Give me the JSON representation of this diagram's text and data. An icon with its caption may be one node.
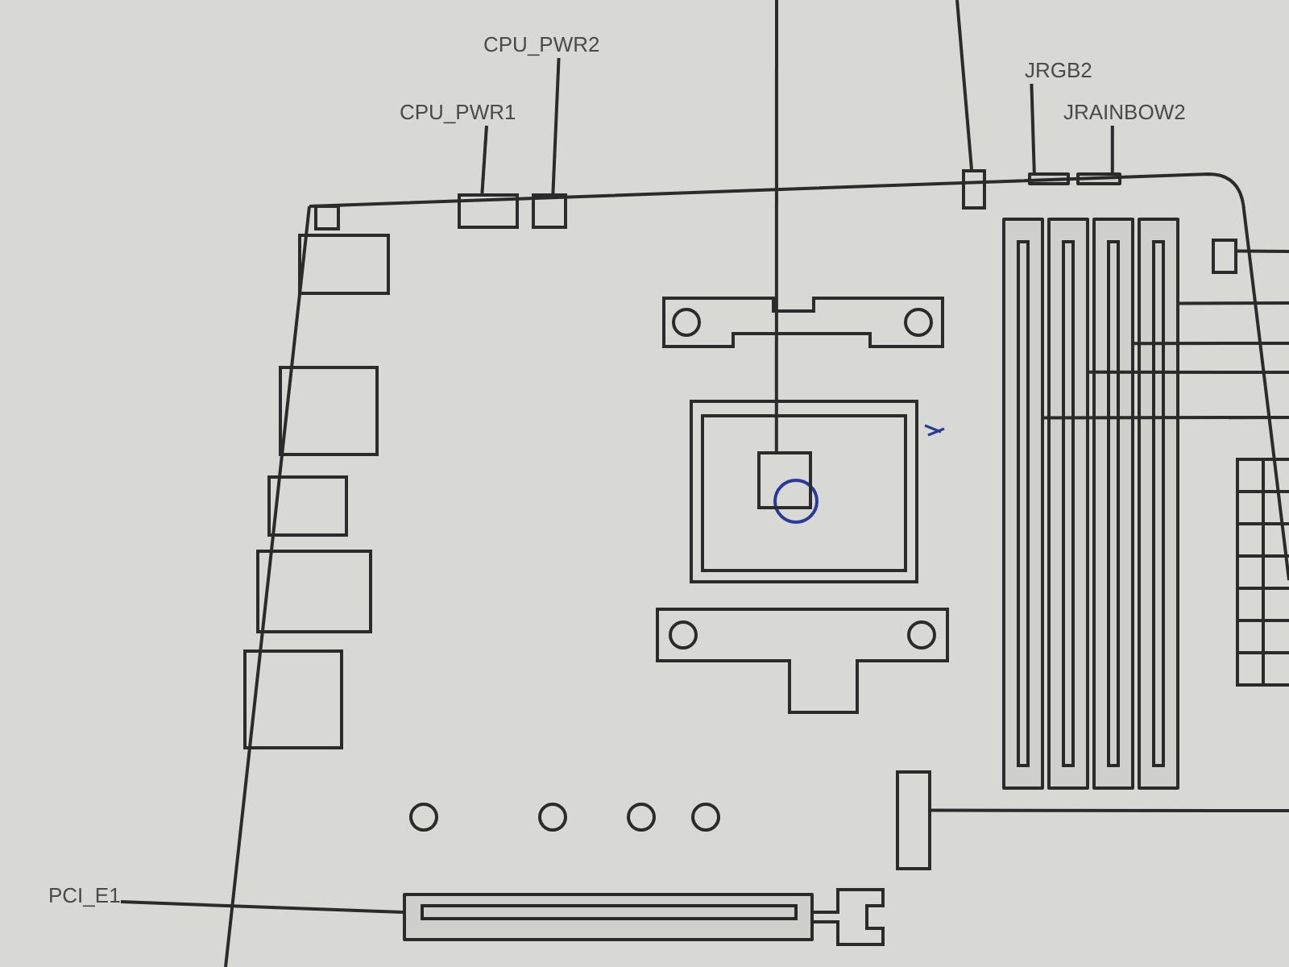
{
  "diagram": {
    "nodes": [
      {
        "text": [
          "CPU_PWR1"
        ]
      },
      {
        "text": [],
        "shape": "box"
      },
      {
        "text": [
          "CPU_PWR2"
        ]
      },
      {
        "text": [],
        "shape": "box"
      },
      {
        "text": [],
        "shape": "box"
      },
      {
        "text": [],
        "shape": "box",
        "in": 4
      },
      {
        "text": [],
        "shape": "box"
      },
      {
        "text": [
          "JRGB2"
        ]
      },
      {
        "text": [],
        "shape": "bar"
      },
      {
        "text": [
          "JRAINBOW2"
        ]
      },
      {
        "text": [],
        "shape": "bar"
      },
      {
        "text": [],
        "shape": "box"
      },
      {
        "text": [],
        "shape": "bar"
      },
      {
        "text": [],
        "shape": "bar"
      },
      {
        "text": [],
        "shape": "bar"
      },
      {
        "text": [],
        "shape": "bar"
      },
      {
        "text": [],
        "shape": "box"
      },
      {
        "text": [
          "PCI_E1"
        ]
      },
      {
        "text": [],
        "shape": "bar"
      }
    ],
    "edges": [
      {
        "from": 0,
        "to": 1,
        "arrow": "none"
      },
      {
        "from": 2,
        "to": 3,
        "arrow": "none"
      },
      {
        "from": null,
        "to": 5,
        "arrow": "none"
      },
      {
        "from": null,
        "to": 6,
        "arrow": "none"
      },
      {
        "from": 7,
        "to": 8,
        "arrow": "none"
      },
      {
        "from": 9,
        "to": 10,
        "arrow": "none"
      },
      {
        "from": 11,
        "to": null,
        "arrow": "none"
      },
      {
        "from": 15,
        "to": null,
        "arrow": "none"
      },
      {
        "from": 14,
        "to": null,
        "arrow": "none"
      },
      {
        "from": 13,
        "to": null,
        "arrow": "none"
      },
      {
        "from": 12,
        "to": null,
        "arrow": "none"
      },
      {
        "from": 16,
        "to": null,
        "arrow": "none"
      },
      {
        "from": 17,
        "to": 18,
        "arrow": "none"
      }
    ]
  }
}
